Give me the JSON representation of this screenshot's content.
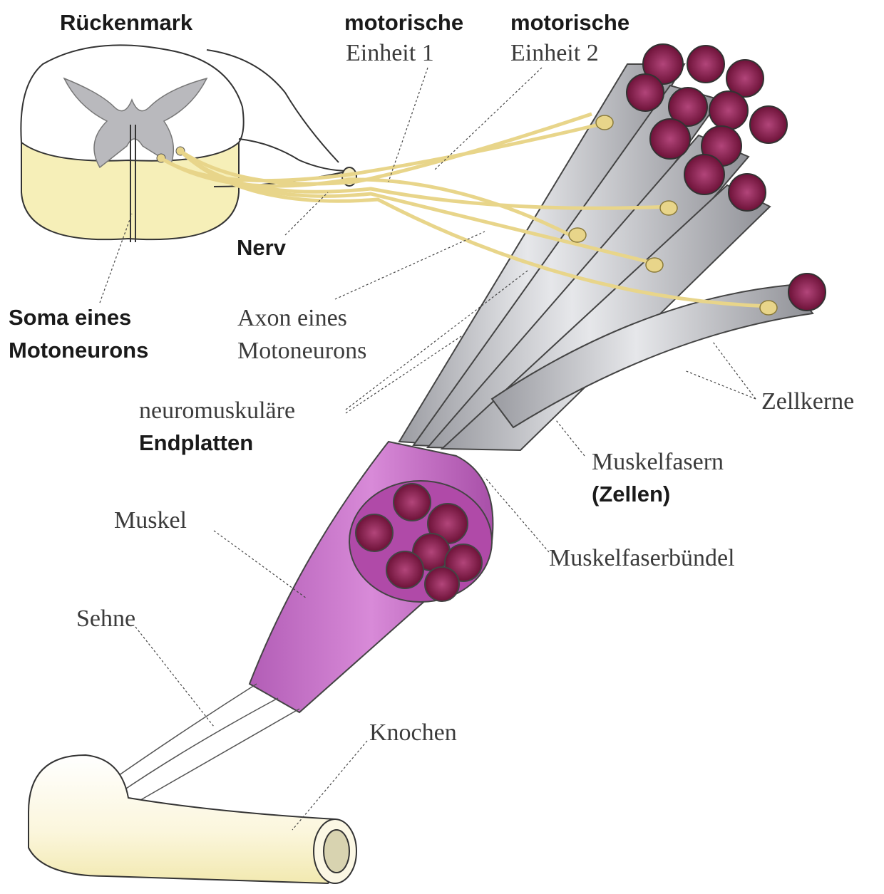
{
  "labels": {
    "rueckenmark": "Rückenmark",
    "motor1_top": "motorische",
    "motor1_bottom": "Einheit 1",
    "motor2_top": "motorische",
    "motor2_bottom": "Einheit 2",
    "nerv": "Nerv",
    "soma_1": "Soma eines",
    "soma_2": "Motoneurons",
    "axon_1": "Axon eines",
    "axon_2": "Motoneurons",
    "endplatten_1": "neuromuskuläre",
    "endplatten_2": "Endplatten",
    "zellkerne": "Zellkerne",
    "muskelfasern_1": "Muskelfasern",
    "muskelfasern_2": "(Zellen)",
    "muskel": "Muskel",
    "muskelfaserbuendel": "Muskelfaserbündel",
    "sehne": "Sehne",
    "knochen": "Knochen"
  },
  "colors": {
    "spinal_white_matter": "#ffffff",
    "spinal_gray_matter": "#b9b9bd",
    "spinal_cut_surface": "#f6efb8",
    "nerve": "#e8d58a",
    "muscle_fiber": "#d3d4d9",
    "fiber_end": "#8c1f4f",
    "muscle": "#c76bc7",
    "bone": "#fbf7e4",
    "bone_marrow": "#d8d3b0"
  }
}
